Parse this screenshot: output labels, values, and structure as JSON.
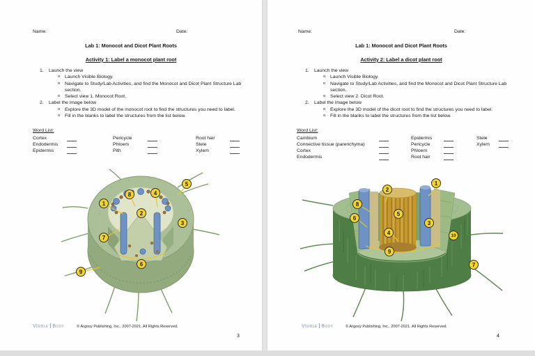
{
  "bullet": "o",
  "colors": {
    "label_yellow": "#f3d42c",
    "label_border": "#33301a",
    "leader_yellow": "#e3c62e",
    "monocot_body_green": "#abc098",
    "monocot_inner": "#e0e5ca",
    "dicot_body_green": "#4f7d46",
    "dicot_top_green": "#a3bf90",
    "xylem_blue": "#6e92c3",
    "phloem_brown": "#97703a",
    "stele_gold": "#c6992f",
    "logo_blue": "#7e97bd"
  },
  "pages": [
    {
      "name_label": "Name:",
      "date_label": "Date:",
      "title": "Lab 1: Monocot and Dicot Plant Roots",
      "activity": "Activity 1: Label a monocot plant root",
      "steps": [
        {
          "num": "1.",
          "text": "Launch the view",
          "subs": [
            "Launch Visible Biology.",
            "Navigate to Study/Lab Activities, and find the Monocot and Dicot Plant Structure Lab section.",
            "Select view 1. Monocot Root."
          ]
        },
        {
          "num": "2.",
          "text": "Label the image below",
          "subs": [
            "Explore the 3D model of the monocot root to find the structures you need to label.",
            "Fill in the blanks to label the structures from the list below."
          ]
        }
      ],
      "word_list_heading": "Word List:",
      "word_columns": [
        [
          "Cortex",
          "Endodermis",
          "Epidermis"
        ],
        [
          "Pericycle",
          "Phloem",
          "Pith"
        ],
        [
          "Root hair",
          "Stele",
          "Xylem"
        ]
      ],
      "figure": {
        "name": "monocot-root-3d-model",
        "labels": [
          "1",
          "2",
          "3",
          "4",
          "5",
          "6",
          "7",
          "8",
          "9"
        ]
      },
      "footer": {
        "logo_a": "Visible",
        "logo_b": "Body",
        "copyright": "© Argosy Publishing, Inc., 2007-2021. All Rights Reserved.",
        "page_number": "3"
      }
    },
    {
      "name_label": "Name:",
      "date_label": "Date:",
      "title": "Lab 1: Monocot and Dicot Plant Roots",
      "activity": "Activity 2: Label a dicot plant root",
      "steps": [
        {
          "num": "1.",
          "text": "Launch the view",
          "subs": [
            "Launch Visible Biology.",
            "Navigate to Study/Lab Activities, and find the Monocot and Dicot Plant Structure Lab section.",
            "Select view 2. Dicot Root."
          ]
        },
        {
          "num": "2.",
          "text": "Label the image below",
          "subs": [
            "Explore the 3D model of the dicot root to find the structures you need to label.",
            "Fill in the blanks to label the structures from the list below."
          ]
        }
      ],
      "word_list_heading": "Word List:",
      "word_columns": [
        [
          "Cambium",
          "Connective tissue (parenchyma)",
          "Cortex",
          "Endodermis"
        ],
        [
          "Epidermis",
          "Pericycle",
          "Phloem",
          "Root hair"
        ],
        [
          "Stele",
          "Xylem"
        ]
      ],
      "figure": {
        "name": "dicot-root-3d-model",
        "labels": [
          "1",
          "2",
          "3",
          "4",
          "5",
          "6",
          "7",
          "8",
          "9",
          "10"
        ]
      },
      "footer": {
        "logo_a": "Visible",
        "logo_b": "Body",
        "copyright": "© Argosy Publishing, Inc., 2007-2021. All Rights Reserved.",
        "page_number": "4"
      }
    }
  ]
}
